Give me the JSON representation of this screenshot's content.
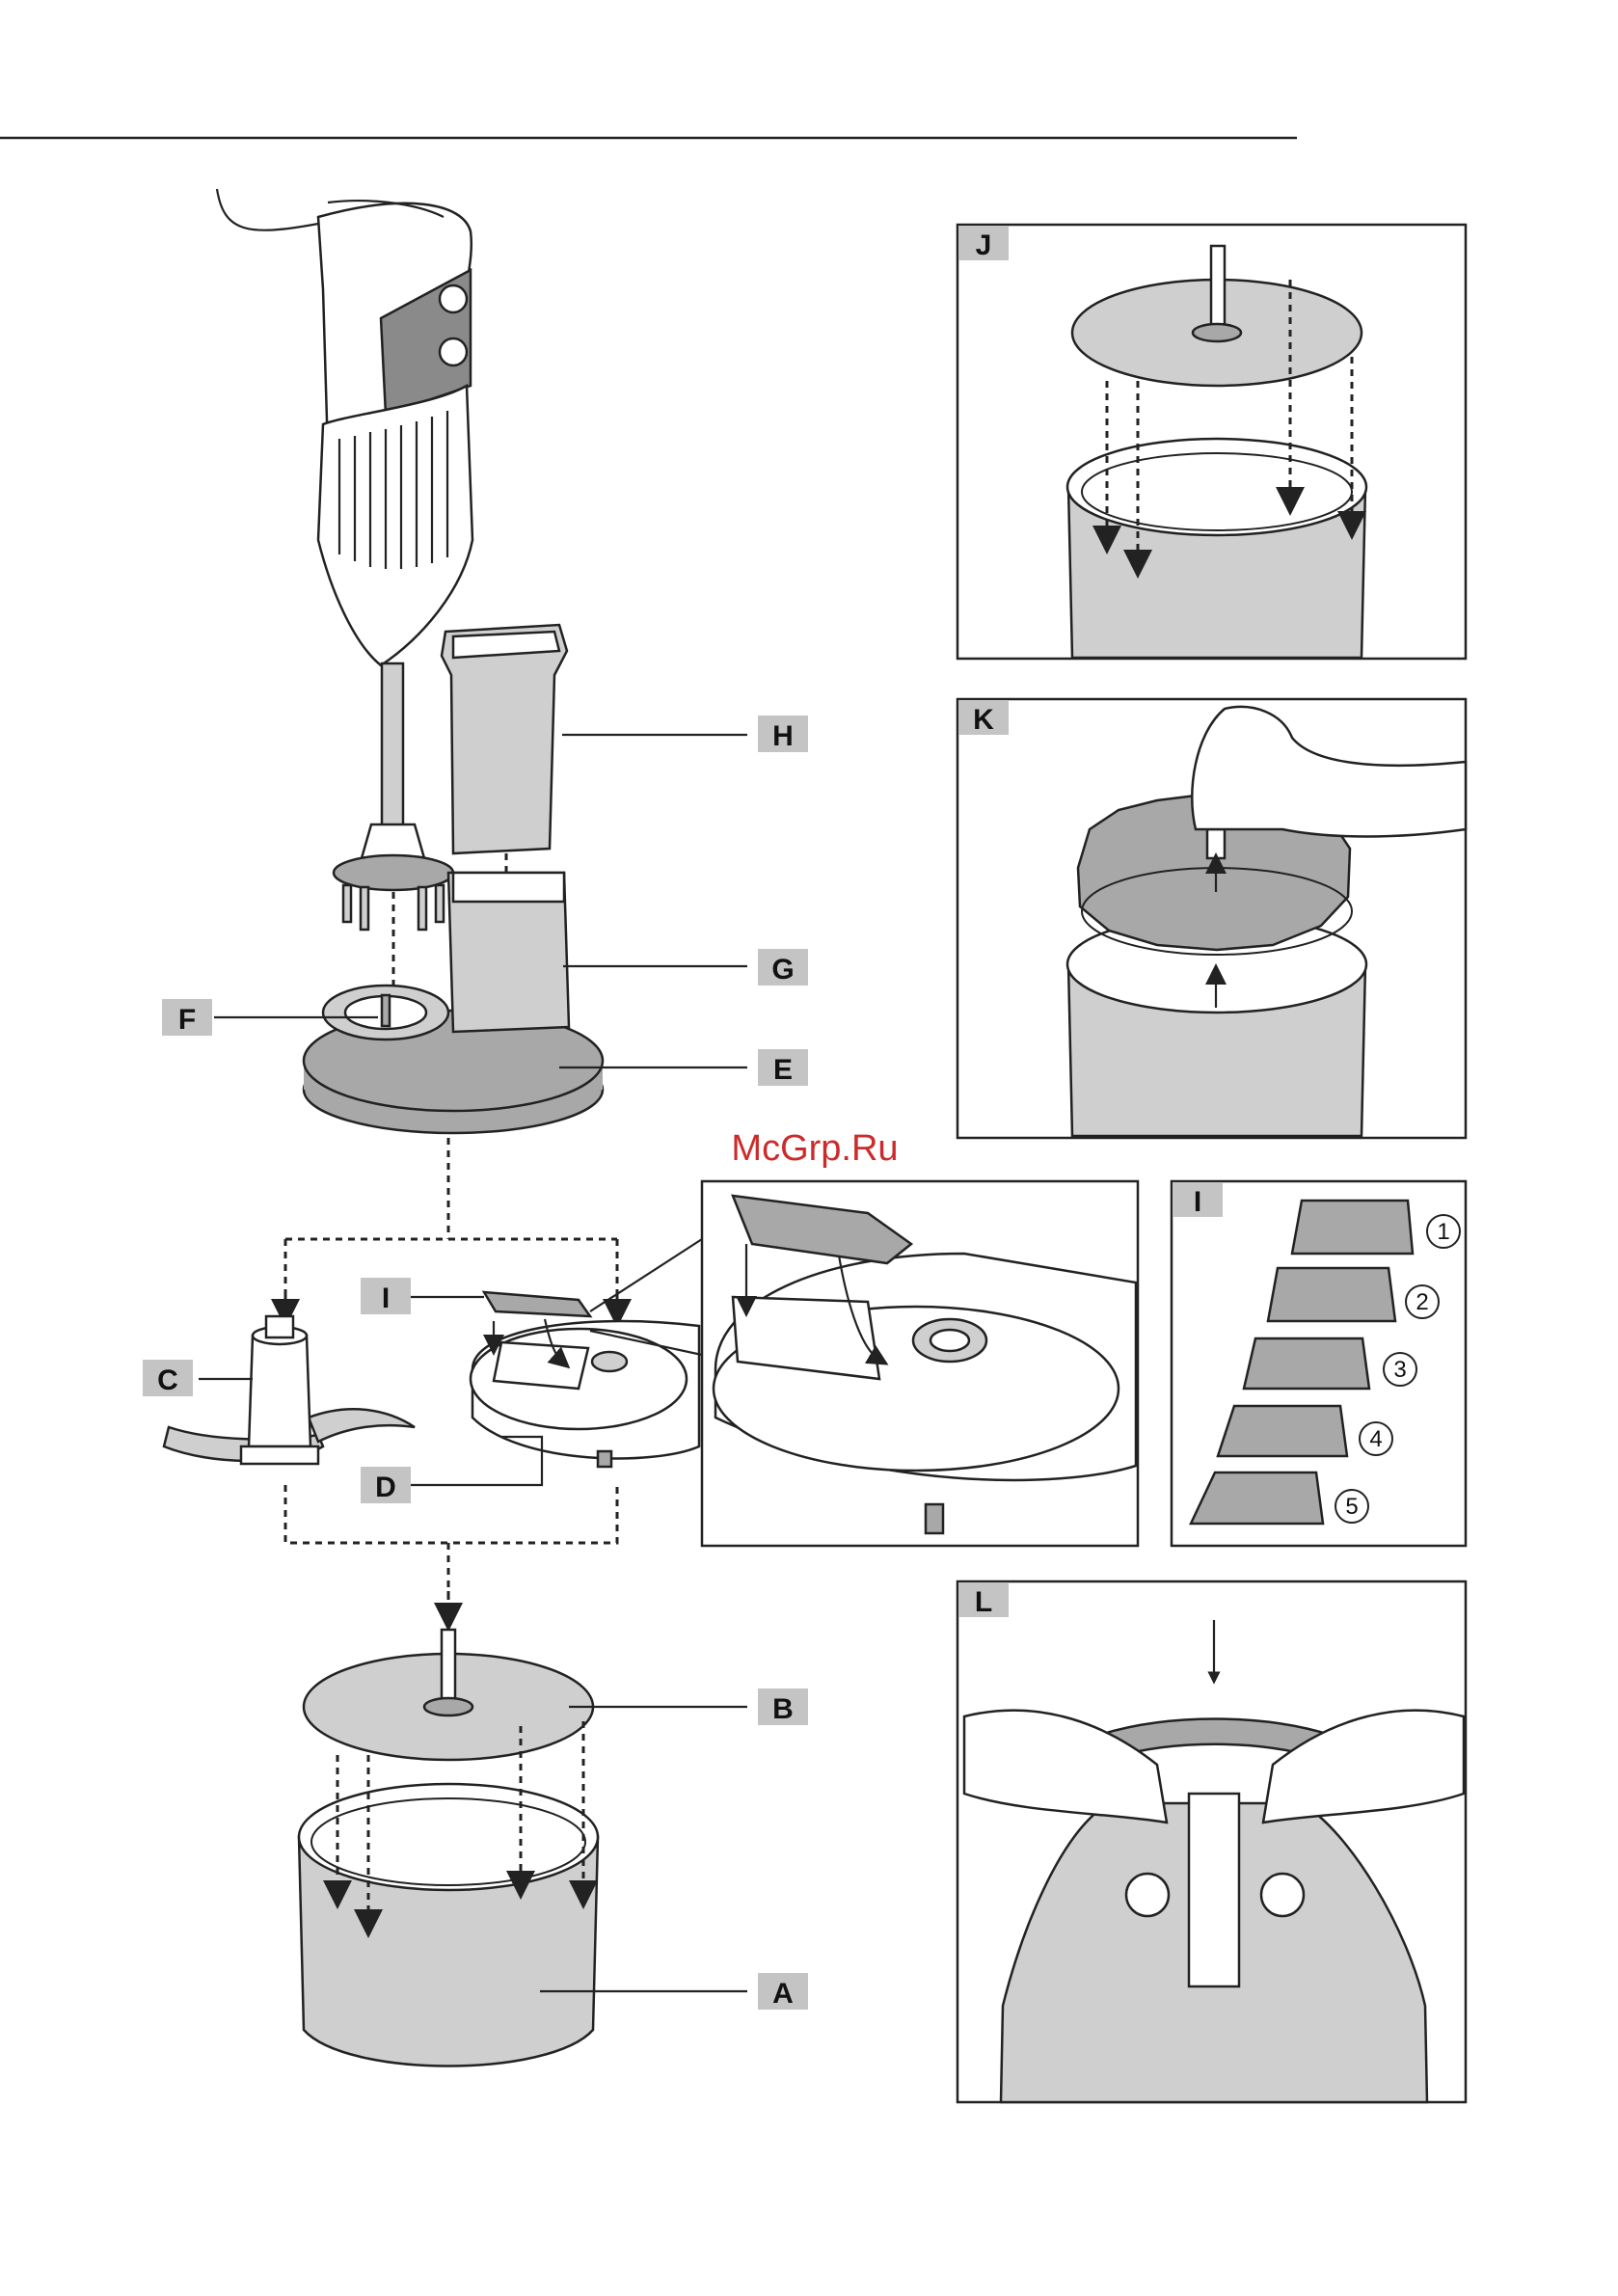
{
  "watermark": "McGrp.Ru",
  "labels": {
    "A": "A",
    "B": "B",
    "C": "C",
    "D": "D",
    "E": "E",
    "F": "F",
    "G": "G",
    "H": "H",
    "I": "I",
    "J": "J",
    "K": "K",
    "L": "L"
  },
  "insert_numbers": [
    "1",
    "2",
    "3",
    "4",
    "5"
  ]
}
